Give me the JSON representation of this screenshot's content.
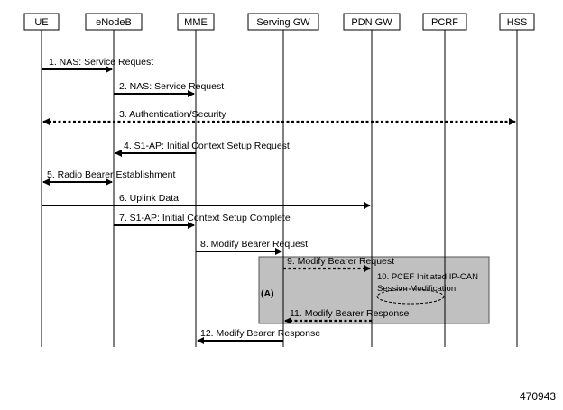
{
  "entities": [
    "UE",
    "eNodeB",
    "MME",
    "Serving GW",
    "PDN GW",
    "PCRF",
    "HSS"
  ],
  "messages": [
    {
      "label": "1. NAS: Service Request",
      "from": "UE",
      "to": "eNodeB",
      "style": "solid",
      "direction": "forward"
    },
    {
      "label": "2. NAS: Service Request",
      "from": "eNodeB",
      "to": "MME",
      "style": "solid",
      "direction": "forward"
    },
    {
      "label": "3. Authentication/Security",
      "from": "UE",
      "to": "HSS",
      "style": "dashed",
      "direction": "both"
    },
    {
      "label": "4. S1-AP: Initial Context Setup Request",
      "from": "MME",
      "to": "eNodeB",
      "style": "solid",
      "direction": "forward"
    },
    {
      "label": "5. Radio Bearer Establishment",
      "from": "UE",
      "to": "eNodeB",
      "style": "solid",
      "direction": "both"
    },
    {
      "label": "6. Uplink Data",
      "from": "UE",
      "to": "PDN GW",
      "style": "solid",
      "direction": "forward"
    },
    {
      "label": "7. S1-AP: Initial Context Setup Complete",
      "from": "eNodeB",
      "to": "MME",
      "style": "solid",
      "direction": "forward"
    },
    {
      "label": "8. Modify Bearer Request",
      "from": "MME",
      "to": "Serving GW",
      "style": "solid",
      "direction": "forward"
    },
    {
      "label": "9. Modify Bearer Request",
      "from": "Serving GW",
      "to": "PDN GW",
      "style": "dashed",
      "direction": "forward"
    },
    {
      "label": "11. Modify Bearer Response",
      "from": "PDN GW",
      "to": "Serving GW",
      "style": "dashed",
      "direction": "forward"
    },
    {
      "label": "12. Modify Bearer Response",
      "from": "Serving GW",
      "to": "MME",
      "style": "solid",
      "direction": "forward"
    }
  ],
  "optional_region": {
    "label": "(A)",
    "note_lines": [
      "10. PCEF Initiated IP-CAN",
      "Session Modification"
    ]
  },
  "figure_id": "470943"
}
